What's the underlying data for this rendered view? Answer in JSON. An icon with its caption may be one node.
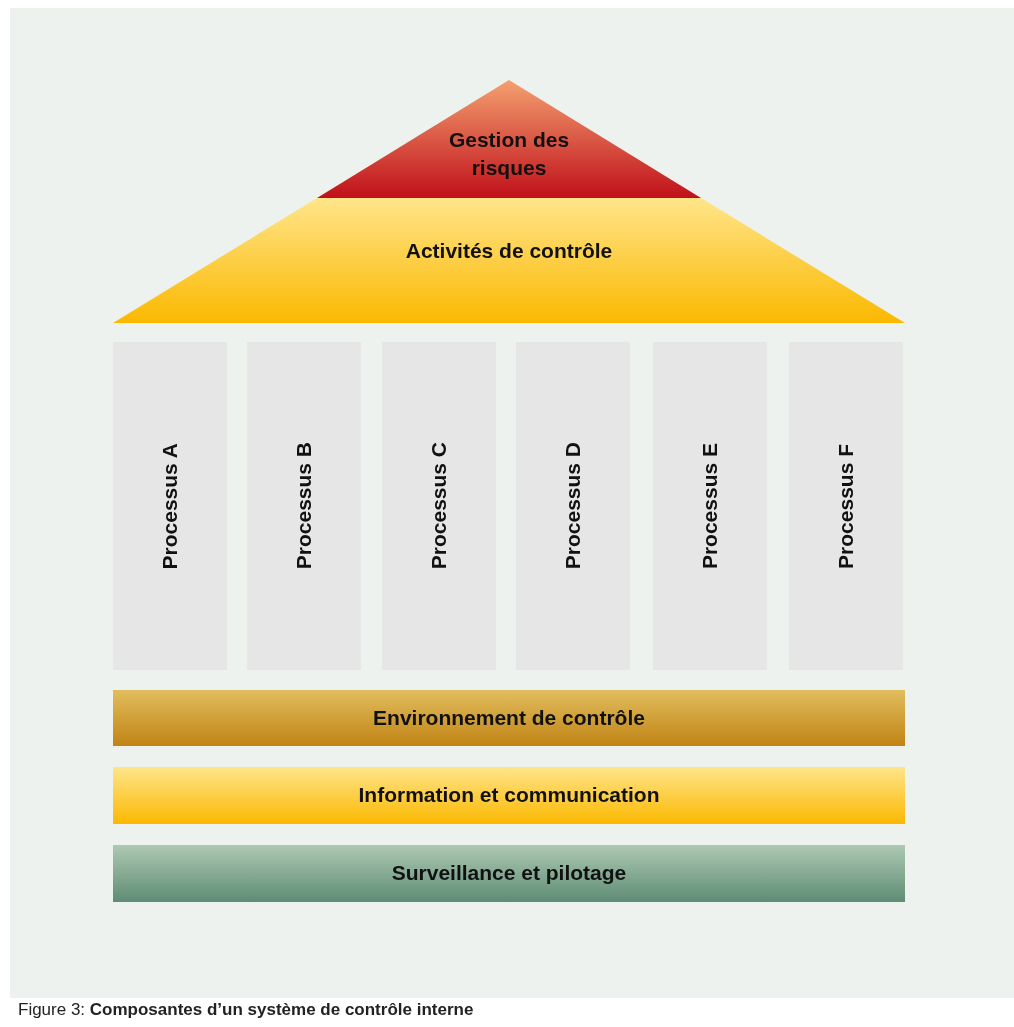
{
  "diagram": {
    "caption": "Figure 3: **Composantes d’un système de contrôle interne**",
    "nodes": [
      {
        "text": [
          "Gestion des risques"
        ]
      },
      {
        "text": [
          "Activités de contrôle"
        ]
      },
      {
        "text": [
          "Processus A"
        ]
      },
      {
        "text": [
          "Processus B"
        ]
      },
      {
        "text": [
          "Processus C"
        ]
      },
      {
        "text": [
          "Processus D"
        ]
      },
      {
        "text": [
          "Processus E"
        ]
      },
      {
        "text": [
          "Processus F"
        ]
      },
      {
        "text": [
          "Environnement de contrôle"
        ]
      },
      {
        "text": [
          "Information et communication"
        ]
      },
      {
        "text": [
          "Surveillance et pilotage"
        ]
      }
    ],
    "edges": []
  }
}
